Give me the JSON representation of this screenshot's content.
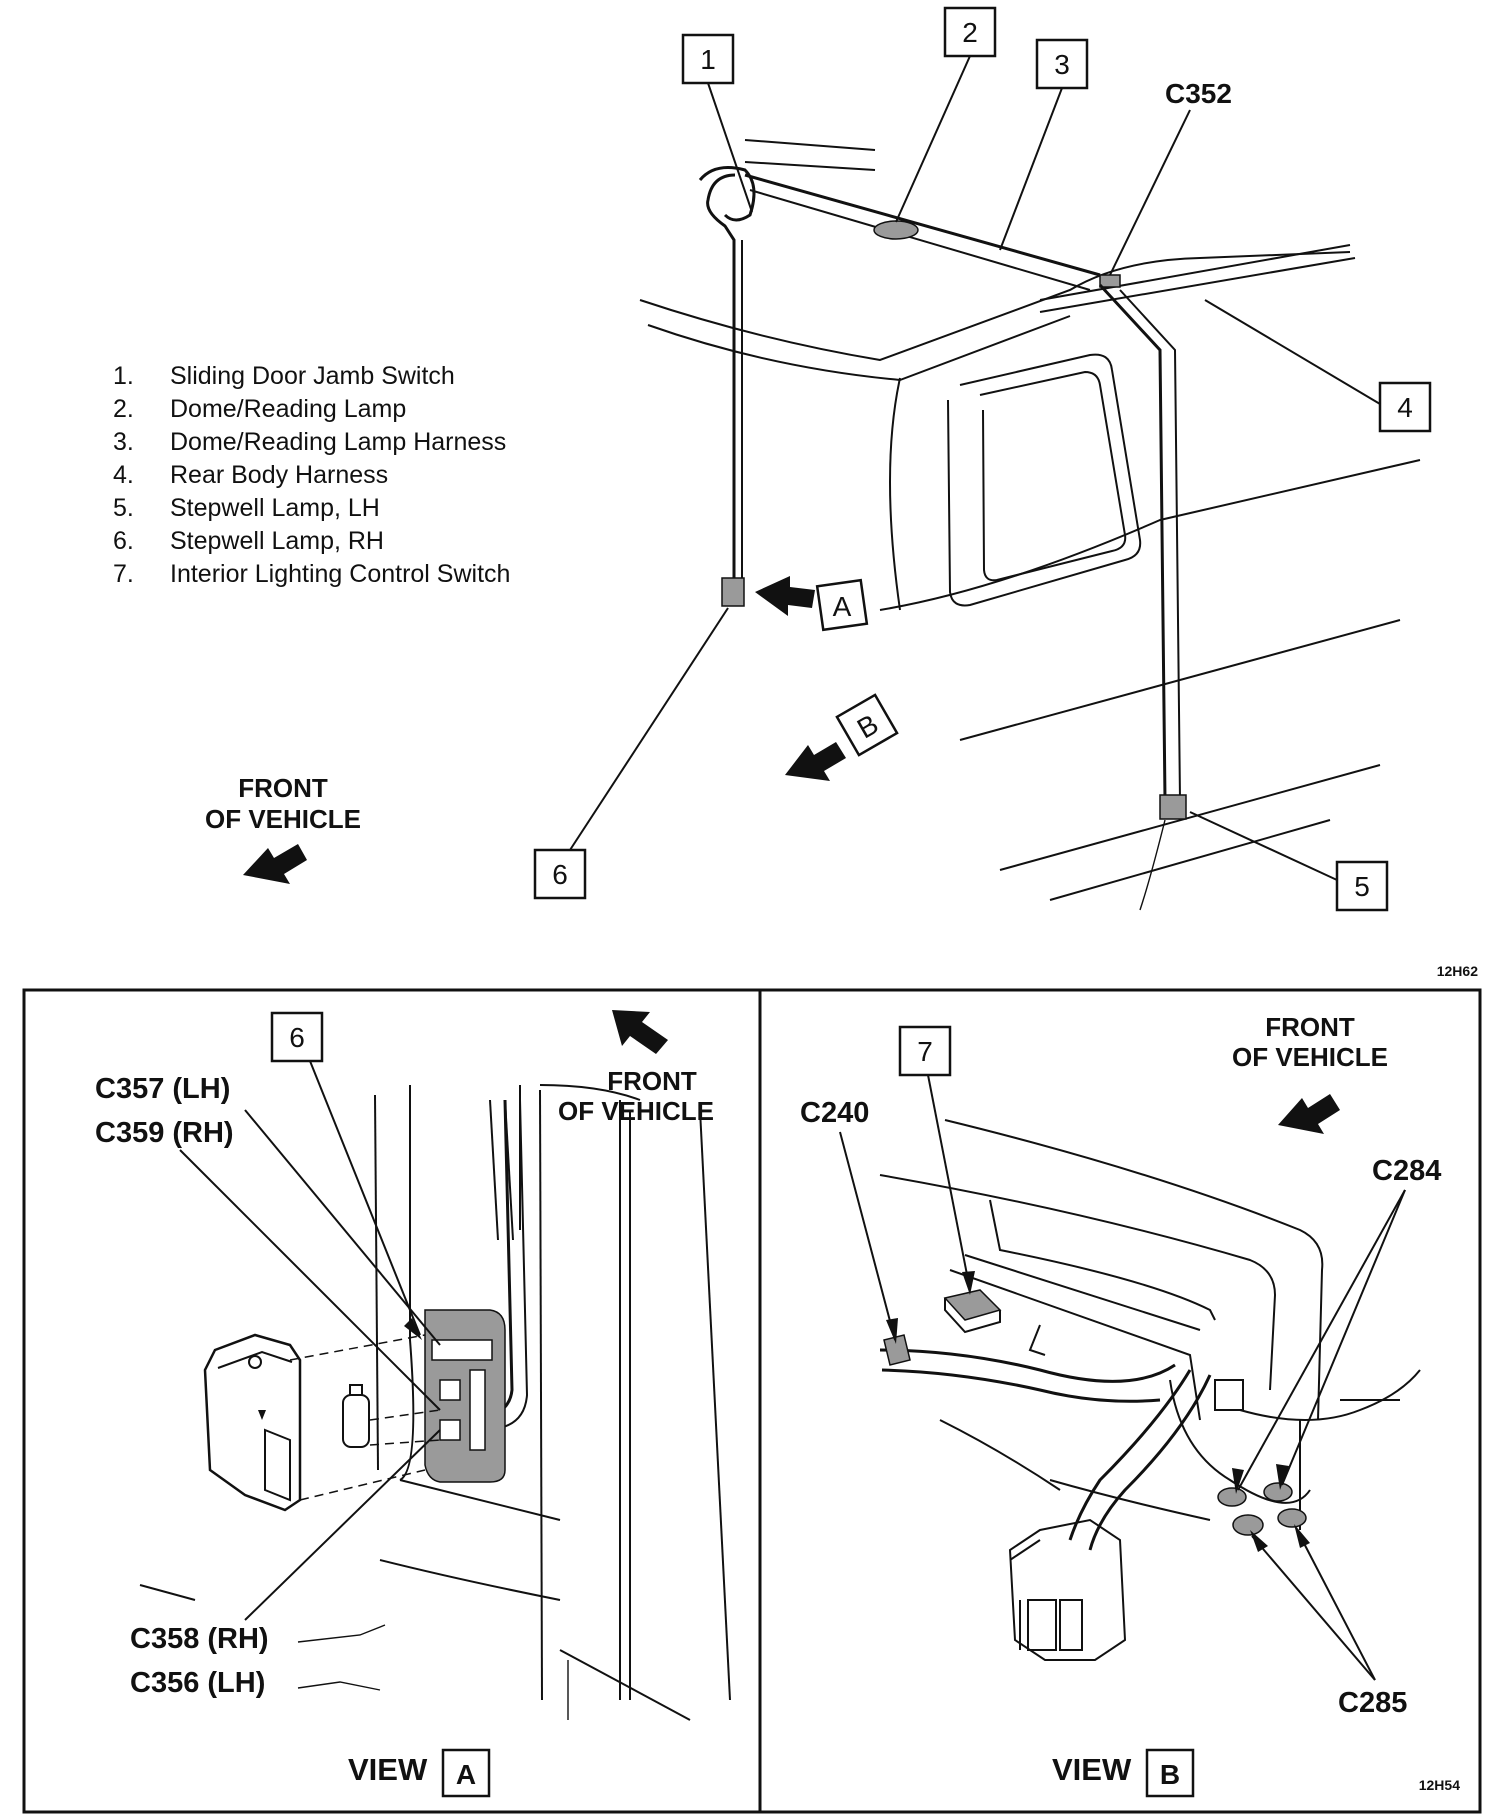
{
  "legend": [
    {
      "num": "1.",
      "text": "Sliding Door Jamb Switch"
    },
    {
      "num": "2.",
      "text": "Dome/Reading Lamp"
    },
    {
      "num": "3.",
      "text": "Dome/Reading Lamp Harness"
    },
    {
      "num": "4.",
      "text": "Rear Body Harness"
    },
    {
      "num": "5.",
      "text": "Stepwell Lamp, LH"
    },
    {
      "num": "6.",
      "text": "Stepwell Lamp, RH"
    },
    {
      "num": "7.",
      "text": "Interior Lighting Control Switch"
    }
  ],
  "top_view": {
    "callouts": [
      "1",
      "2",
      "3",
      "4",
      "5",
      "6"
    ],
    "connector": "C352",
    "view_markers": [
      "A",
      "B"
    ],
    "front_label_line1": "FRONT",
    "front_label_line2": "OF VEHICLE",
    "figure_code": "12H62"
  },
  "view_a": {
    "callout": "6",
    "front_label_line1": "FRONT",
    "front_label_line2": "OF VEHICLE",
    "connectors": [
      "C357 (LH)",
      "C359 (RH)",
      "C358 (RH)",
      "C356 (LH)"
    ],
    "view_word": "VIEW",
    "view_letter": "A"
  },
  "view_b": {
    "callout": "7",
    "front_label_line1": "FRONT",
    "front_label_line2": "OF VEHICLE",
    "connectors": [
      "C240",
      "C284",
      "C285"
    ],
    "view_word": "VIEW",
    "view_letter": "B",
    "figure_code": "12H54"
  }
}
